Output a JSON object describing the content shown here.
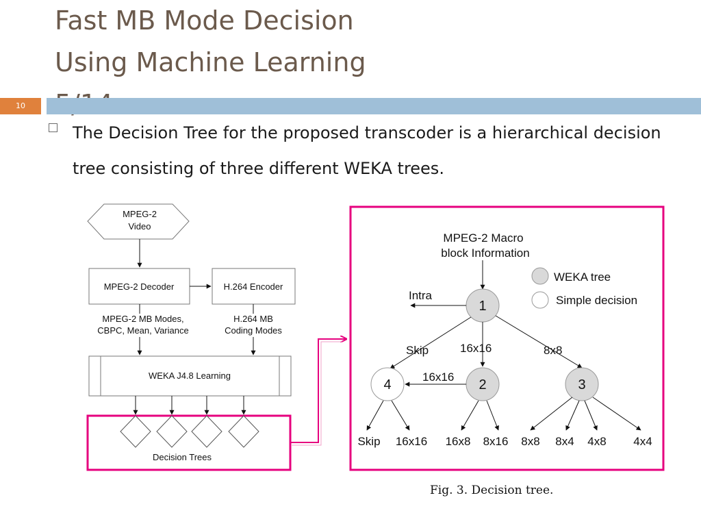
{
  "slide": {
    "title_lines": [
      "Fast MB Mode Decision",
      "Using Machine Learning",
      "5/14"
    ],
    "slide_number": "10",
    "bullet": "The Decision Tree for the proposed transcoder is a hierarchical decision tree consisting of three different WEKA trees.",
    "caption": "Fig. 3. Decision tree.",
    "accent_color": "#e6007e",
    "bar_color": "#9fbfd8",
    "number_box_color": "#e0813c"
  },
  "flow": {
    "input_line1": "MPEG-2",
    "input_line2": "Video",
    "decoder": "MPEG-2 Decoder",
    "encoder": "H.264 Encoder",
    "decoder_out_line1": "MPEG-2 MB Modes,",
    "decoder_out_line2": "CBPC, Mean, Variance",
    "encoder_out_line1": "H.264 MB",
    "encoder_out_line2": "Coding Modes",
    "learning": "WEKA J4.8 Learning",
    "trees_label": "Decision Trees"
  },
  "tree": {
    "root_line1": "MPEG-2 Macro",
    "root_line2": "block Information",
    "legend_weka": "WEKA tree",
    "legend_simple": "Simple decision",
    "intra": "Intra",
    "edge_skip": "Skip",
    "edge_16x16_mid": "16x16",
    "edge_8x8": "8x8",
    "edge_16x16_left": "16x16",
    "node1": "1",
    "node2": "2",
    "node3": "3",
    "node4": "4",
    "leaves": [
      "Skip",
      "16x16",
      "16x8",
      "8x16",
      "8x8",
      "8x4",
      "4x8",
      "4x4"
    ]
  }
}
